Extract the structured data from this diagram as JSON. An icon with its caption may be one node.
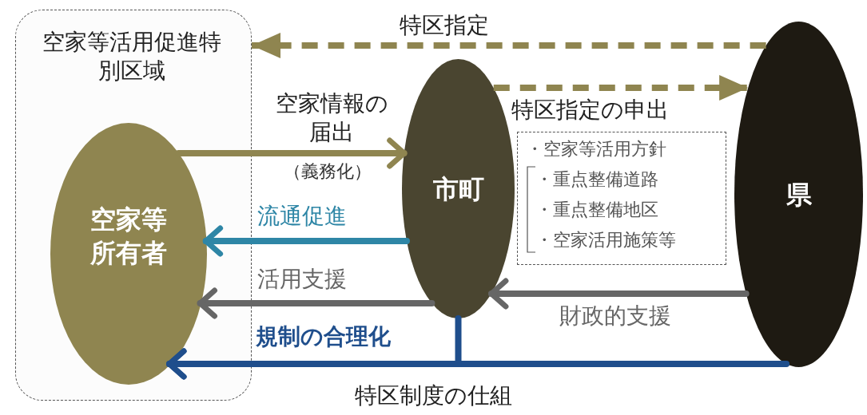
{
  "diagram": {
    "caption": "特区制度の仕組",
    "nodes": [
      {
        "text": [
          "空家等活用促進特別区域"
        ]
      },
      {
        "text": [
          "空家等所有者"
        ],
        "in": 0
      },
      {
        "text": [
          "市町"
        ]
      },
      {
        "text": [
          "県"
        ]
      },
      {
        "text": [
          "・空家等活用方針",
          "・重点整備道路",
          "・重点整備地区",
          "・空家活用施策等"
        ]
      }
    ],
    "edges": [
      {
        "from": 3,
        "to": 0,
        "arrow": "to",
        "label": "特区指定",
        "style": "dashed"
      },
      {
        "from": 2,
        "to": 3,
        "arrow": "to",
        "label": "特区指定の申出",
        "style": "dashed"
      },
      {
        "from": 1,
        "to": 2,
        "arrow": "to",
        "label": "空家情報の届出"
      },
      {
        "from": 2,
        "to": 1,
        "arrow": "to",
        "label": "流通促進",
        "color": "#2e86a6"
      },
      {
        "from": 2,
        "to": 1,
        "arrow": "to",
        "label": "活用支援",
        "color": "#666666"
      },
      {
        "from": 3,
        "to": 2,
        "arrow": "to",
        "label": "財政的支援",
        "color": "#666666"
      },
      {
        "from": 3,
        "to": 1,
        "arrow": "to",
        "label": "規制の合理化",
        "color": "#1f4e8c"
      },
      {
        "from": 2,
        "to": 1,
        "arrow": "to",
        "color": "#1f4e8c"
      }
    ],
    "labels": [
      "（義務化）"
    ]
  }
}
